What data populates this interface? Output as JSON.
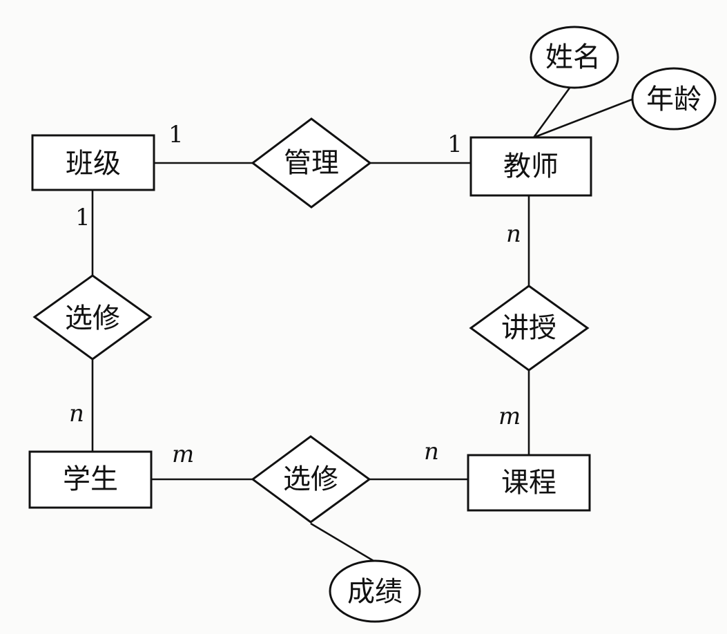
{
  "entities": {
    "class": "班级",
    "teacher": "教师",
    "student": "学生",
    "course": "课程"
  },
  "relationships": {
    "manage": "管理",
    "class_student": "选修",
    "teach": "讲授",
    "enroll": "选修"
  },
  "attributes": {
    "name": "姓名",
    "age": "年龄",
    "grade": "成绩"
  },
  "cardinalities": {
    "class_manage": "1",
    "teacher_manage": "1",
    "class_select": "1",
    "student_select": "n",
    "teacher_teach": "n",
    "course_teach": "m",
    "student_enroll": "m",
    "course_enroll": "n"
  }
}
